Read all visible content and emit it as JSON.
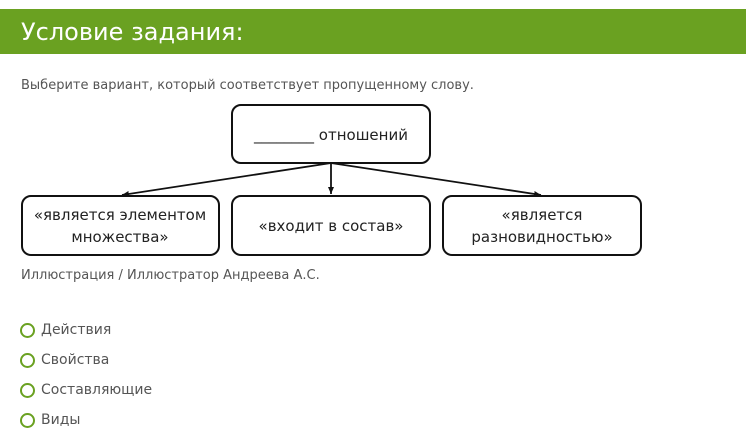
{
  "header": {
    "title": "Условие задания:"
  },
  "task": {
    "instruction": "Выберите вариант, который соответствует пропущенному слову.",
    "caption": "Иллюстрация / Иллюстратор Андреева А.С."
  },
  "diagram": {
    "root": "________ отношений",
    "children": [
      {
        "line1": "«является элементом",
        "line2": "множества»"
      },
      {
        "line1": "«входит в состав»",
        "line2": ""
      },
      {
        "line1": "«является",
        "line2": "разновидностью»"
      }
    ]
  },
  "options": [
    {
      "label": "Действия"
    },
    {
      "label": "Свойства"
    },
    {
      "label": "Составляющие"
    },
    {
      "label": "Виды"
    }
  ],
  "colors": {
    "accent": "#6aa121",
    "text": "#555555"
  }
}
